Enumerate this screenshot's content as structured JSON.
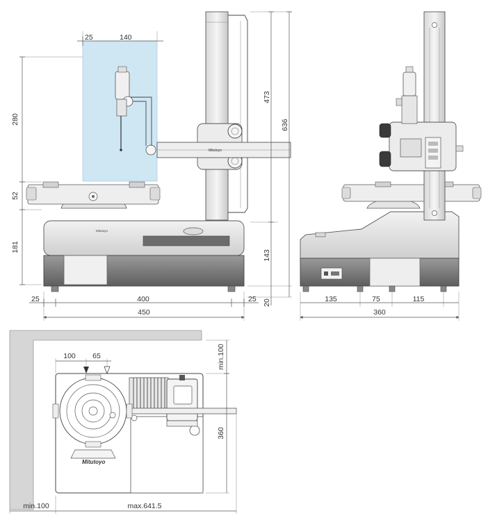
{
  "colors": {
    "background": "#ffffff",
    "measuring_range_fill": "#cfe6f3",
    "wall_outline": "#bfbfbf",
    "body_light": "#e2e2e2",
    "body_dark": "#7a7a7a",
    "lines": "#444444"
  },
  "front_view": {
    "top_dims": {
      "offset": "25",
      "width": "140"
    },
    "left_dims": {
      "stroke": "280",
      "table": "52",
      "base": "181"
    },
    "right_dims": {
      "column": "473",
      "total": "636",
      "lower": "143",
      "foot": "20"
    },
    "bottom_dims": {
      "left_margin": "25",
      "base_width": "400",
      "right_margin": "25",
      "overall": "450"
    },
    "brand_label": "Mitutoyo"
  },
  "side_view": {
    "bottom_dims": {
      "a": "135",
      "b": "75",
      "c": "115",
      "overall": "360"
    }
  },
  "top_view": {
    "top_dims": {
      "a": "100",
      "b": "65"
    },
    "right_dims": {
      "clearance": "min.100",
      "depth": "360"
    },
    "bottom_dims": {
      "clearance": "min.100",
      "width": "max.641.5"
    },
    "brand_label": "Mitutoyo"
  }
}
